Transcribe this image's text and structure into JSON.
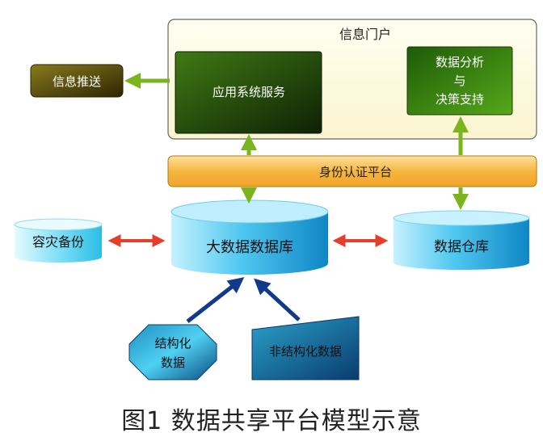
{
  "portal": {
    "title": "信息门户"
  },
  "nodes": {
    "push": "信息推送",
    "app_service": "应用系统服务",
    "analysis_line1": "数据分析",
    "analysis_line2": "与",
    "analysis_line3": "决策支持",
    "auth": "身份认证平台",
    "backup": "容灾备份",
    "bigdata": "大数据数据库",
    "warehouse": "数据仓库",
    "structured_line1": "结构化",
    "structured_line2": "数据",
    "unstructured": "非结构化数据"
  },
  "colors": {
    "green_arrow": "#7ab51d",
    "red_arrow": "#e53f2b",
    "blue_arrow": "#123a8c",
    "portal_fill": "#fffbe0",
    "auth_fill": "#f5b73b",
    "cylinder": "#28b7ea",
    "dark_green": "#1c3d07",
    "bright_green": "#3e8c12",
    "brown_olive": "#5a4a0a",
    "teal": "#0f6f9a"
  },
  "caption": "图1  数据共享平台模型示意"
}
